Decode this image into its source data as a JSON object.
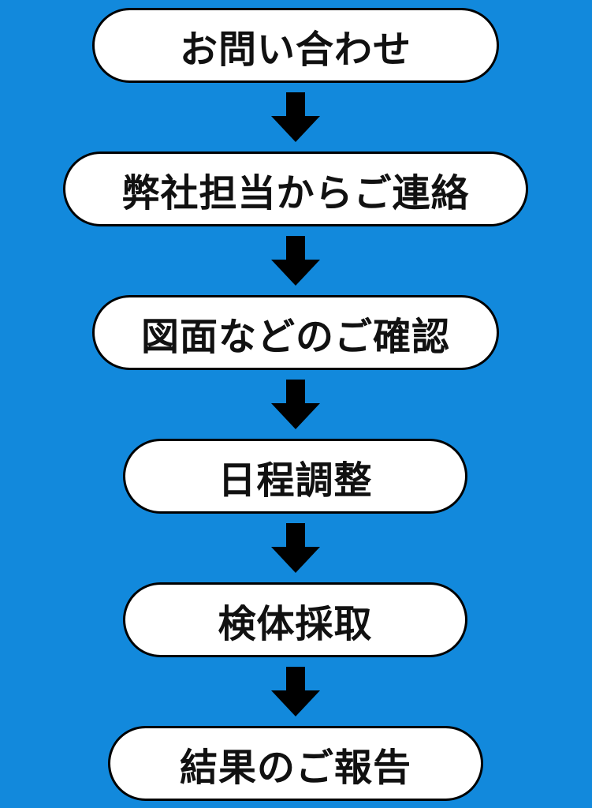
{
  "colors": {
    "background": "#1289dc",
    "box_fill": "#ffffff",
    "box_border": "#000000",
    "arrow": "#000000",
    "text": "#111111"
  },
  "steps": [
    {
      "label": "お問い合わせ"
    },
    {
      "label": "弊社担当からご連絡"
    },
    {
      "label": "図面などのご確認"
    },
    {
      "label": "日程調整"
    },
    {
      "label": "検体採取"
    },
    {
      "label": "結果のご報告"
    }
  ],
  "arrow_icon": "down-arrow-icon"
}
